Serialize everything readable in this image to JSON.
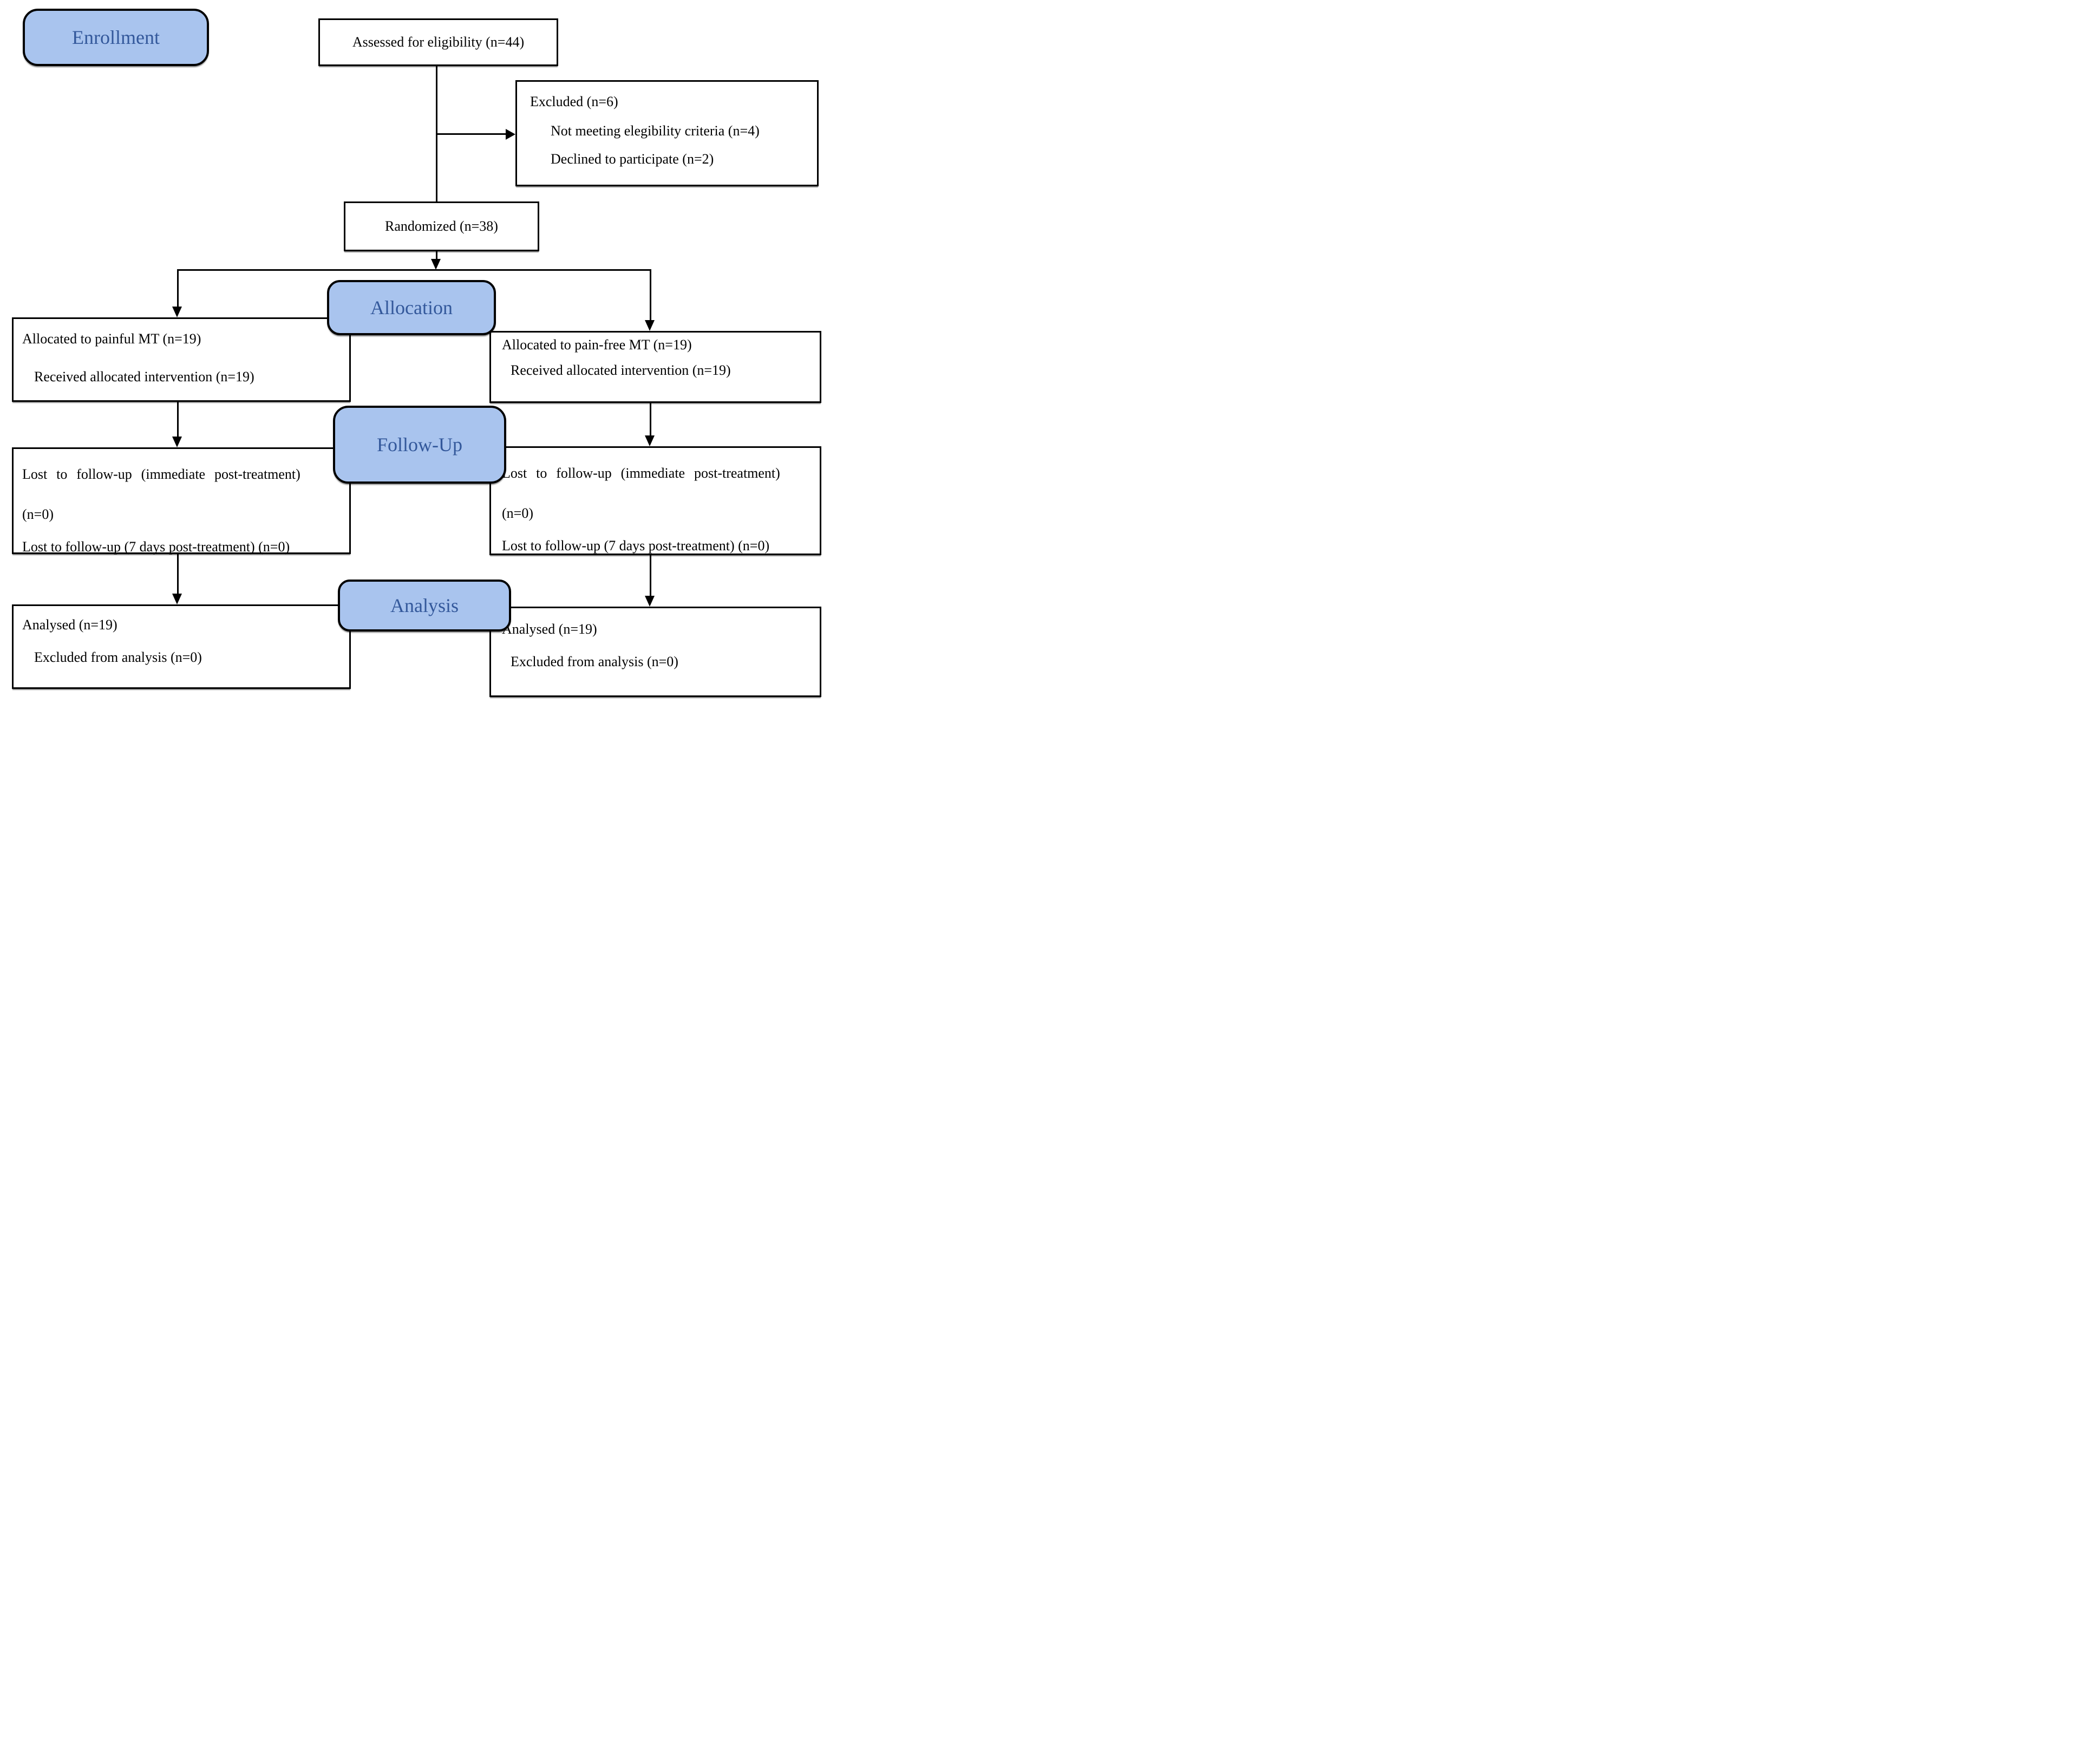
{
  "colors": {
    "stage_fill": "#a9c4ee",
    "stage_text": "#33589b",
    "line": "#000000",
    "box_bg": "#ffffff"
  },
  "stages": {
    "enrollment": "Enrollment",
    "allocation": "Allocation",
    "followup": "Follow-Up",
    "analysis": "Analysis"
  },
  "enrollment_row": {
    "assessed": "Assessed for eligibility (n=44)",
    "excluded": {
      "title": "Excluded (n=6)",
      "items": [
        "Not meeting elegibility criteria (n=4)",
        "Declined to participate (n=2)"
      ]
    },
    "randomized": "Randomized (n=38)"
  },
  "allocation_row": {
    "left": {
      "line1": "Allocated to painful MT (n=19)",
      "line2": "Received allocated intervention (n=19)"
    },
    "right": {
      "line1": "Allocated to pain-free MT (n=19)",
      "line2": "Received allocated intervention (n=19)"
    }
  },
  "followup_row": {
    "left": {
      "line1": "Lost to follow-up (immediate post-treatment)",
      "line2": "(n=0)",
      "line3": "Lost to follow-up (7 days post-treatment) (n=0)"
    },
    "right": {
      "line1": "Lost to follow-up (immediate post-treatment)",
      "line2": "(n=0)",
      "line3": "Lost to follow-up (7 days post-treatment) (n=0)"
    }
  },
  "analysis_row": {
    "left": {
      "line1": "Analysed (n=19)",
      "line2": "Excluded from analysis (n=0)"
    },
    "right": {
      "line1": "Analysed (n=19)",
      "line2": "Excluded from analysis (n=0)"
    }
  }
}
